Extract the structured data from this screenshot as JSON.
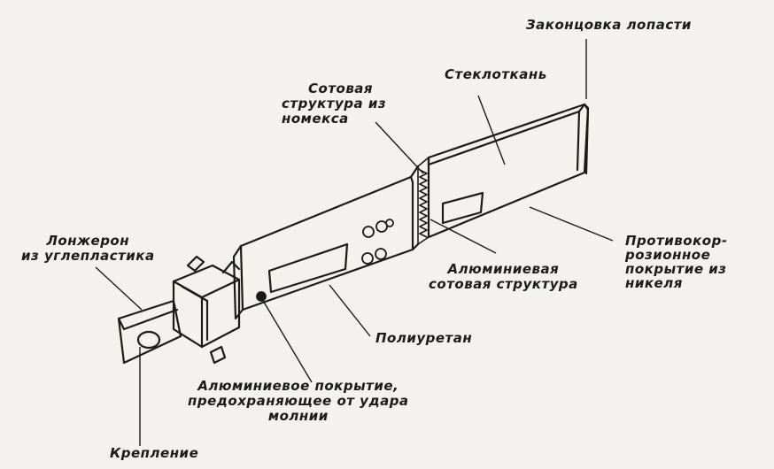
{
  "labels": {
    "blade_tip": {
      "lines": [
        "Законцовка лопасти"
      ]
    },
    "fiberglass": {
      "lines": [
        "Стеклоткань"
      ]
    },
    "honeycomb_nomex": {
      "lines": [
        "Сотовая",
        "структура из",
        "номекса"
      ]
    },
    "spar": {
      "lines": [
        "Лонжерон",
        "из углепластика"
      ]
    },
    "anticorrosion": {
      "lines": [
        "Противокор-",
        "розионное",
        "покрытие из",
        "никеля"
      ]
    },
    "aluminum_honeycomb": {
      "lines": [
        "Алюминиевая",
        "сотовая структура"
      ]
    },
    "polyurethane": {
      "lines": [
        "Полиуретан"
      ]
    },
    "lightning_coating": {
      "lines": [
        "Алюминиевое покрытие,",
        "предохраняющее от удара",
        "молнии"
      ]
    },
    "attachment": {
      "lines": [
        "Крепление"
      ]
    }
  },
  "colors": {
    "ink": "#1b1b1b",
    "paper": "#f4f2ec"
  }
}
